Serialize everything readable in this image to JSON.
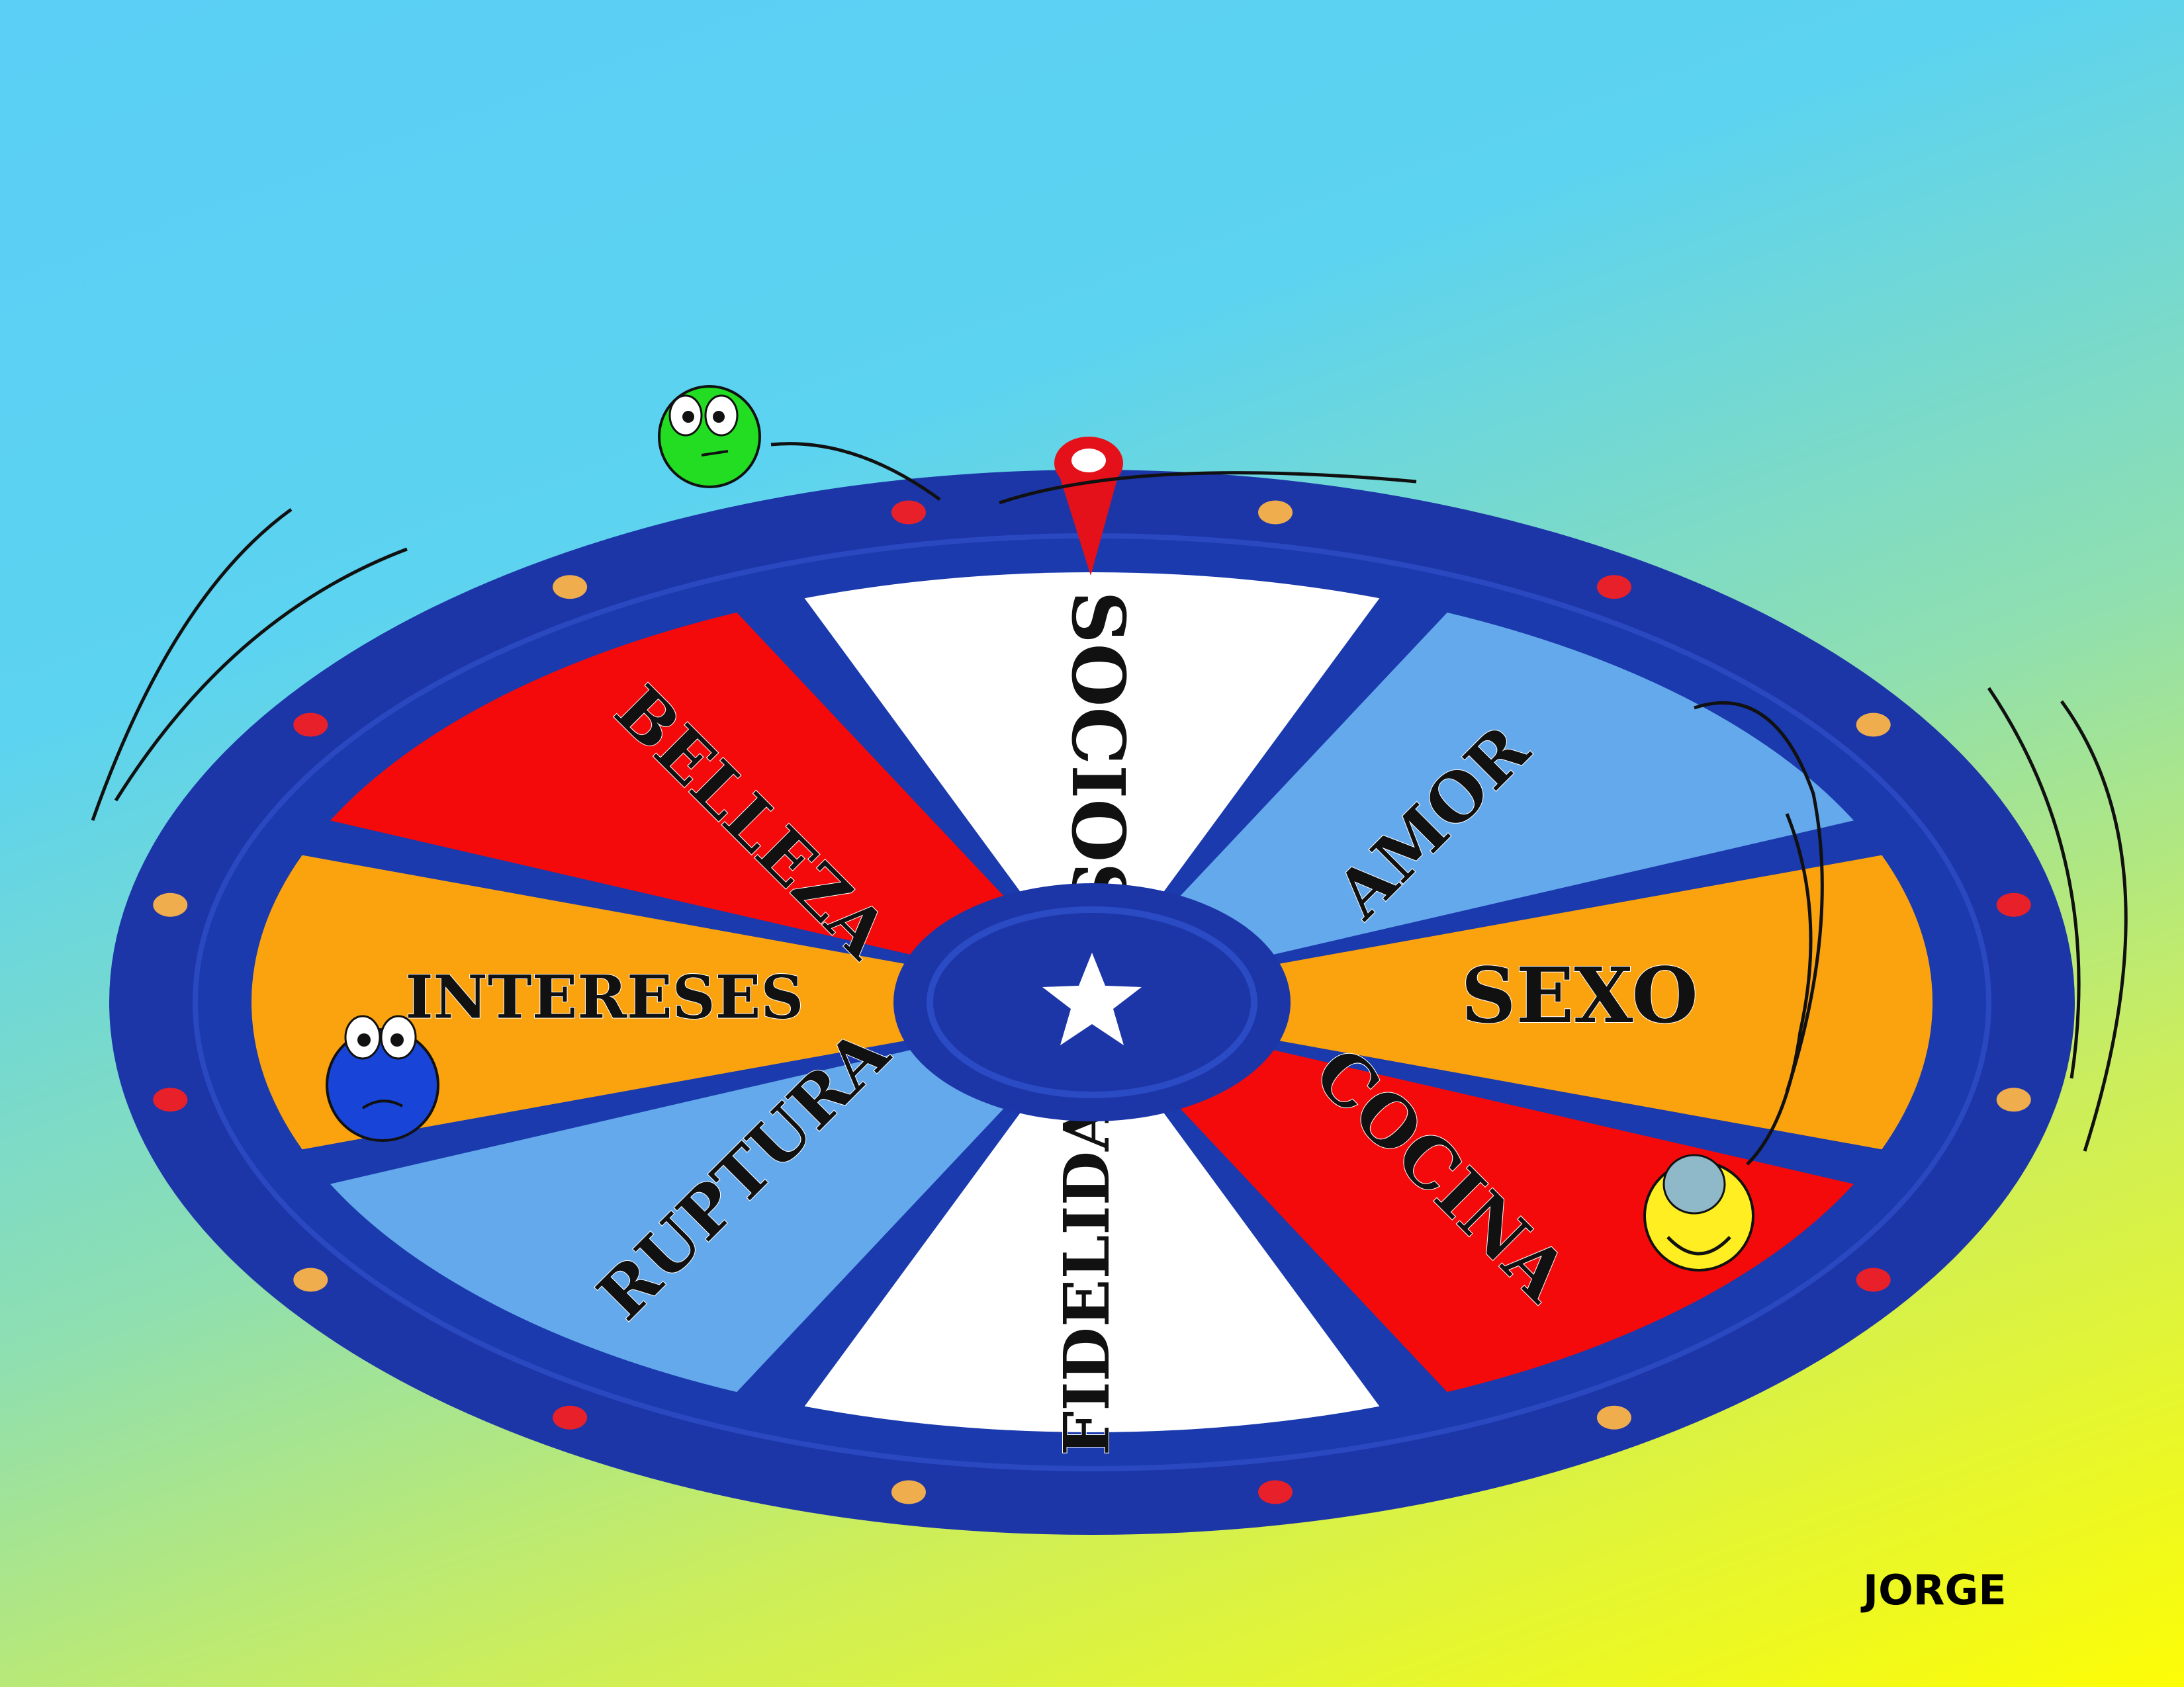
{
  "wheel": {
    "segments": [
      {
        "label": "SOCIOS",
        "color": "#ffffff"
      },
      {
        "label": "AMOR",
        "color": "#64a9ec"
      },
      {
        "label": "SEXO",
        "color": "#fba30f"
      },
      {
        "label": "COCINA",
        "color": "#f50a0b"
      },
      {
        "label": "FIDELIDAD",
        "color": "#ffffff"
      },
      {
        "label": "RUPTURA",
        "color": "#64a9ec"
      },
      {
        "label": "INTERESES",
        "color": "#fba30f"
      },
      {
        "label": "BELLEZA",
        "color": "#f50a0b"
      }
    ],
    "rim_color": "#1c36a8",
    "hub_icon": "star-icon",
    "pointer_icon": "pointer-pin-icon"
  },
  "characters": [
    {
      "name": "green-smiley",
      "color": "#22dd22"
    },
    {
      "name": "blue-smiley",
      "color": "#1845d8"
    },
    {
      "name": "yellow-smiley",
      "color": "#ffee22"
    }
  ],
  "signature": "JORGE"
}
